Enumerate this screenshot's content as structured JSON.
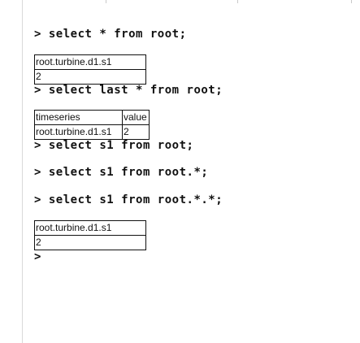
{
  "prompt_symbol": ">",
  "query1": {
    "command": "select * from root;",
    "rows": [
      [
        "root.turbine.d1.s1"
      ],
      [
        "2"
      ]
    ]
  },
  "query2": {
    "command": "select last * from root;",
    "headers": [
      "timeseries",
      "value"
    ],
    "rows": [
      [
        "root.turbine.d1.s1",
        "2"
      ]
    ]
  },
  "query3": {
    "command": "select s1 from root;"
  },
  "query4": {
    "command": "select s1 from root.*;"
  },
  "query5": {
    "command": "select s1 from root.*.*;",
    "rows": [
      [
        "root.turbine.d1.s1"
      ],
      [
        "2"
      ]
    ]
  }
}
